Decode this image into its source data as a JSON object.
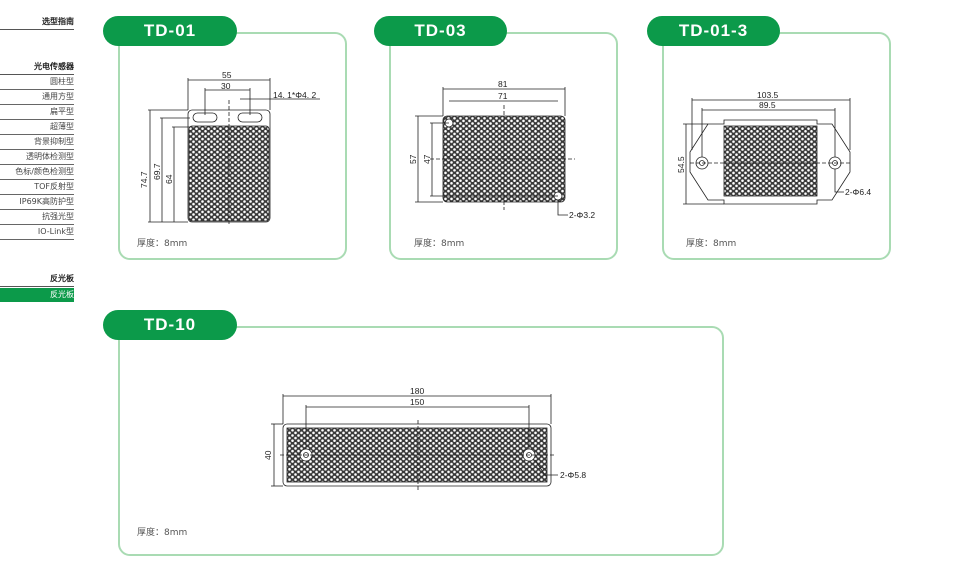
{
  "sidebar": {
    "guide": "选型指南",
    "category": "光电传感器",
    "items": [
      "圆柱型",
      "通用方型",
      "扁平型",
      "超薄型",
      "背景抑制型",
      "透明体检测型",
      "色标/颜色检测型",
      "TOF反射型",
      "IP69K高防护型",
      "抗强光型",
      "IO-Link型"
    ],
    "category2": "反光板",
    "active_item": "反光板"
  },
  "colors": {
    "accent": "#0c9a4a",
    "border": "#a9dbb3"
  },
  "panels": [
    {
      "title": "TD-01",
      "thickness": "厚度：8mm",
      "dims": [
        "55",
        "30",
        "14. 1*Φ4. 2",
        "74.7",
        "69.7",
        "64"
      ]
    },
    {
      "title": "TD-03",
      "thickness": "厚度：8mm",
      "dims": [
        "81",
        "71",
        "57",
        "47",
        "2-Φ3.2"
      ]
    },
    {
      "title": "TD-01-3",
      "thickness": "厚度：8mm",
      "dims": [
        "103.5",
        "89.5",
        "54.5",
        "2-Φ6.4"
      ]
    },
    {
      "title": "TD-10",
      "thickness": "厚度：8mm",
      "dims": [
        "180",
        "150",
        "40",
        "2-Φ5.8"
      ]
    }
  ]
}
